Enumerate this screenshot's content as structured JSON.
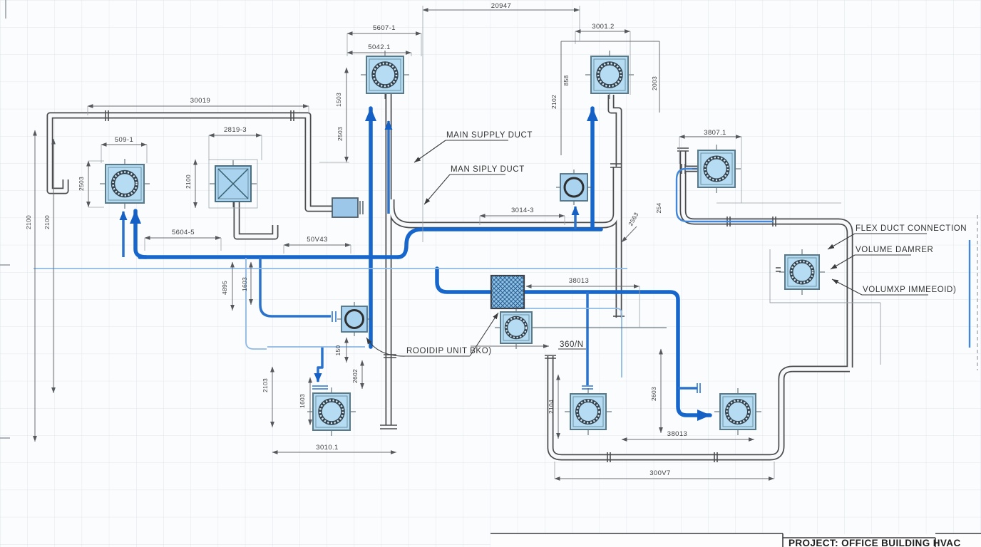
{
  "sheet": {
    "project_label": "PROJECT: OFFICE BUILDING HVAC"
  },
  "callouts": {
    "main_supply_duct": "MAIN SUPPLY DUCT",
    "main_siply_duct": "MAN SIPLY DUCT",
    "flex_duct_connection": "FLEX DUCT CONNECTION",
    "volume_damper": "VOLUME DAMRER",
    "volume_damper_alt": "VOLUMXP IMMEEOID)",
    "rooftop_unit": "ROOIDIP UNIT BKO)",
    "duct_360n": "360/N"
  },
  "dimensions": {
    "top_overall": "20947",
    "d1_top": "5607-1",
    "d1_top2": "5042.1",
    "d1_v1": "1503",
    "d1_v2": "2503",
    "d2_top": "3001.2",
    "d2_v_small": "858",
    "d2_v_left": "2102",
    "d2_v_right": "2003",
    "left_top": "30019",
    "d3_top": "509-1",
    "d3_v": "2503",
    "left_v1": "2100",
    "left_v2": "2100",
    "d4_top": "2819-3",
    "d4_v": "2100",
    "mid_left": "5604-5",
    "mid_small": "50V43",
    "v_4895": "4895",
    "v_1603a": "1603",
    "dim_3014": "3014-3",
    "v_2563": "2563",
    "v_254": "254",
    "d5_top": "3807.1",
    "center_38013": "38013",
    "d8_v": "150",
    "d8_v2": "2602",
    "d10_v1": "2103",
    "d10_v2": "1603",
    "d10_bottom": "3010.1",
    "d11_v": "2104",
    "d12_v": "2603",
    "d12_bottom": "38013",
    "bottom_overall": "300V7"
  },
  "colors": {
    "supply_blue": "#1666cc",
    "medium_blue": "#4388d8",
    "pale_blue": "#8fb9e4",
    "diffuser_fill": "#b5dcf2",
    "duct_dark": "#4a4c4f",
    "grid": "#e2e6eb"
  }
}
